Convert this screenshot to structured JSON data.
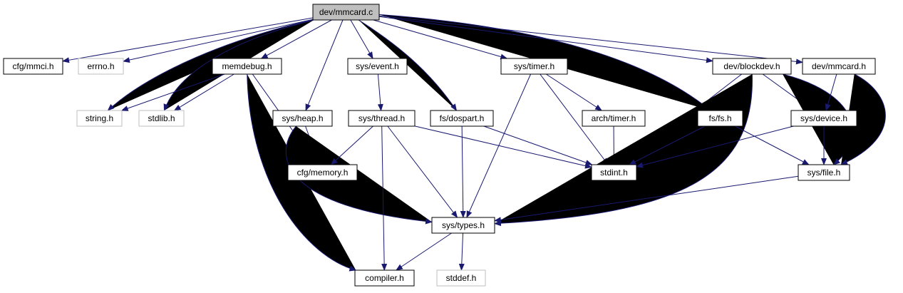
{
  "graph": {
    "edge_color": "#191970",
    "node_border": "#000000",
    "node_border_missing": "#bfbfbf",
    "root_fill": "#bfbfbf",
    "nodes": [
      {
        "id": "root",
        "label": "dev/mmcard.c",
        "root": true,
        "missing": false
      },
      {
        "id": "mmci",
        "label": "cfg/mmci.h",
        "missing": false
      },
      {
        "id": "errno",
        "label": "errno.h",
        "missing": true
      },
      {
        "id": "memdebug",
        "label": "memdebug.h",
        "missing": false
      },
      {
        "id": "event",
        "label": "sys/event.h",
        "missing": false
      },
      {
        "id": "timer",
        "label": "sys/timer.h",
        "missing": false
      },
      {
        "id": "blockdev",
        "label": "dev/blockdev.h",
        "missing": false
      },
      {
        "id": "mmcardh",
        "label": "dev/mmcard.h",
        "missing": false
      },
      {
        "id": "string",
        "label": "string.h",
        "missing": true
      },
      {
        "id": "stdlib",
        "label": "stdlib.h",
        "missing": true
      },
      {
        "id": "heap",
        "label": "sys/heap.h",
        "missing": false
      },
      {
        "id": "thread",
        "label": "sys/thread.h",
        "missing": false
      },
      {
        "id": "dospart",
        "label": "fs/dospart.h",
        "missing": false
      },
      {
        "id": "archtimer",
        "label": "arch/timer.h",
        "missing": false
      },
      {
        "id": "fs",
        "label": "fs/fs.h",
        "missing": false
      },
      {
        "id": "device",
        "label": "sys/device.h",
        "missing": false
      },
      {
        "id": "memory",
        "label": "cfg/memory.h",
        "missing": false
      },
      {
        "id": "stdint",
        "label": "stdint.h",
        "missing": false
      },
      {
        "id": "file",
        "label": "sys/file.h",
        "missing": false
      },
      {
        "id": "types",
        "label": "sys/types.h",
        "missing": false
      },
      {
        "id": "compiler",
        "label": "compiler.h",
        "missing": false
      },
      {
        "id": "stddef",
        "label": "stddef.h",
        "missing": true
      }
    ],
    "edges": [
      [
        "root",
        "mmci"
      ],
      [
        "root",
        "errno"
      ],
      [
        "root",
        "memdebug"
      ],
      [
        "root",
        "string"
      ],
      [
        "root",
        "stdlib"
      ],
      [
        "root",
        "heap"
      ],
      [
        "root",
        "event"
      ],
      [
        "root",
        "dospart"
      ],
      [
        "root",
        "timer"
      ],
      [
        "root",
        "fs"
      ],
      [
        "root",
        "blockdev"
      ],
      [
        "root",
        "mmcardh"
      ],
      [
        "memdebug",
        "string"
      ],
      [
        "memdebug",
        "stdlib"
      ],
      [
        "memdebug",
        "memory"
      ],
      [
        "memdebug",
        "compiler"
      ],
      [
        "heap",
        "memory"
      ],
      [
        "heap",
        "types"
      ],
      [
        "event",
        "thread"
      ],
      [
        "thread",
        "memory"
      ],
      [
        "thread",
        "stdint"
      ],
      [
        "thread",
        "types"
      ],
      [
        "thread",
        "compiler"
      ],
      [
        "dospart",
        "stdint"
      ],
      [
        "dospart",
        "types"
      ],
      [
        "timer",
        "archtimer"
      ],
      [
        "timer",
        "stdint"
      ],
      [
        "timer",
        "types"
      ],
      [
        "archtimer",
        "stdint"
      ],
      [
        "blockdev",
        "stdint"
      ],
      [
        "blockdev",
        "device"
      ],
      [
        "blockdev",
        "file"
      ],
      [
        "blockdev",
        "types"
      ],
      [
        "mmcardh",
        "device"
      ],
      [
        "mmcardh",
        "file"
      ],
      [
        "fs",
        "stdint"
      ],
      [
        "fs",
        "file"
      ],
      [
        "device",
        "stdint"
      ],
      [
        "device",
        "file"
      ],
      [
        "file",
        "types"
      ],
      [
        "types",
        "compiler"
      ],
      [
        "types",
        "stddef"
      ]
    ]
  }
}
